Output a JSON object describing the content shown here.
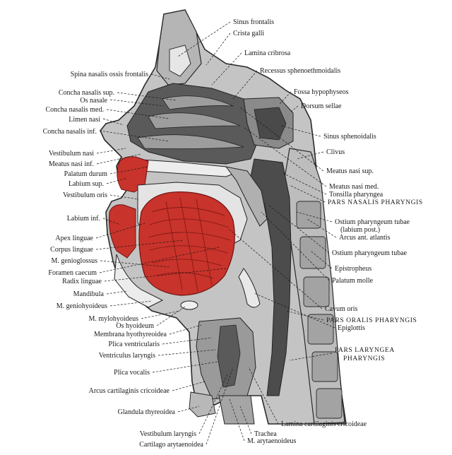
{
  "colors": {
    "tissue_light": "#cfcfcf",
    "tissue_mid": "#a9a9a9",
    "tissue_dark": "#6e6e6e",
    "cavity_dark": "#3d3d3d",
    "muscle_red": "#c8332b",
    "muscle_dark": "#8e1c17",
    "bone": "#dcdcdc",
    "line": "#1a1a1a"
  },
  "labels_left": [
    "Spina nasalis ossis frontalis",
    "Concha nasalis sup.",
    "Os nasale",
    "Concha nasalis med.",
    "Limen nasi",
    "Concha nasalis inf.",
    "Vestibulum nasi",
    "Meatus nasi inf.",
    "Palatum durum",
    "Labium sup.",
    "Vestibulum oris",
    "Labium inf.",
    "Apex linguae",
    "Corpus linguae",
    "M. genioglossus",
    "Foramen caecum",
    "Radix linguae",
    "Mandibula",
    "M. geniohyoideus",
    "M. mylohyoideus",
    "Os hyoideum",
    "Membrana hyothyreoidea",
    "Plica ventricularis",
    "Ventriculus laryngis",
    "Plica vocalis",
    "Arcus cartilaginis cricoideae",
    "Glandula thyreoidea",
    "Vestibulum laryngis",
    "Cartilago arytaenoidea"
  ],
  "labels_right": [
    "Sinus frontalis",
    "Crista galli",
    "Lamina cribrosa",
    "Recessus sphenoethmoidalis",
    "Fossa hypophyseos",
    "Dorsum sellae",
    "Sinus sphenoidalis",
    "Clivus",
    "Meatus nasi sup.",
    "Meatus nasi med.",
    "Tonsilla pharyngea",
    "PARS NASALIS PHARYNGIS",
    "Ostium pharyngeum tubae",
    "(labium post.)",
    "Arcus ant. atlantis",
    "Ostium pharyngeum tubae",
    "Epistropheus",
    "Palatum molle",
    "Cavum oris",
    "PARS ORALIS PHARYNGIS",
    "Epiglottis",
    "PARS LARYNGEA",
    "PHARYNGIS",
    "Lamina cartilaginis cricoideae",
    "Trachea",
    "M. arytaenoideus"
  ]
}
